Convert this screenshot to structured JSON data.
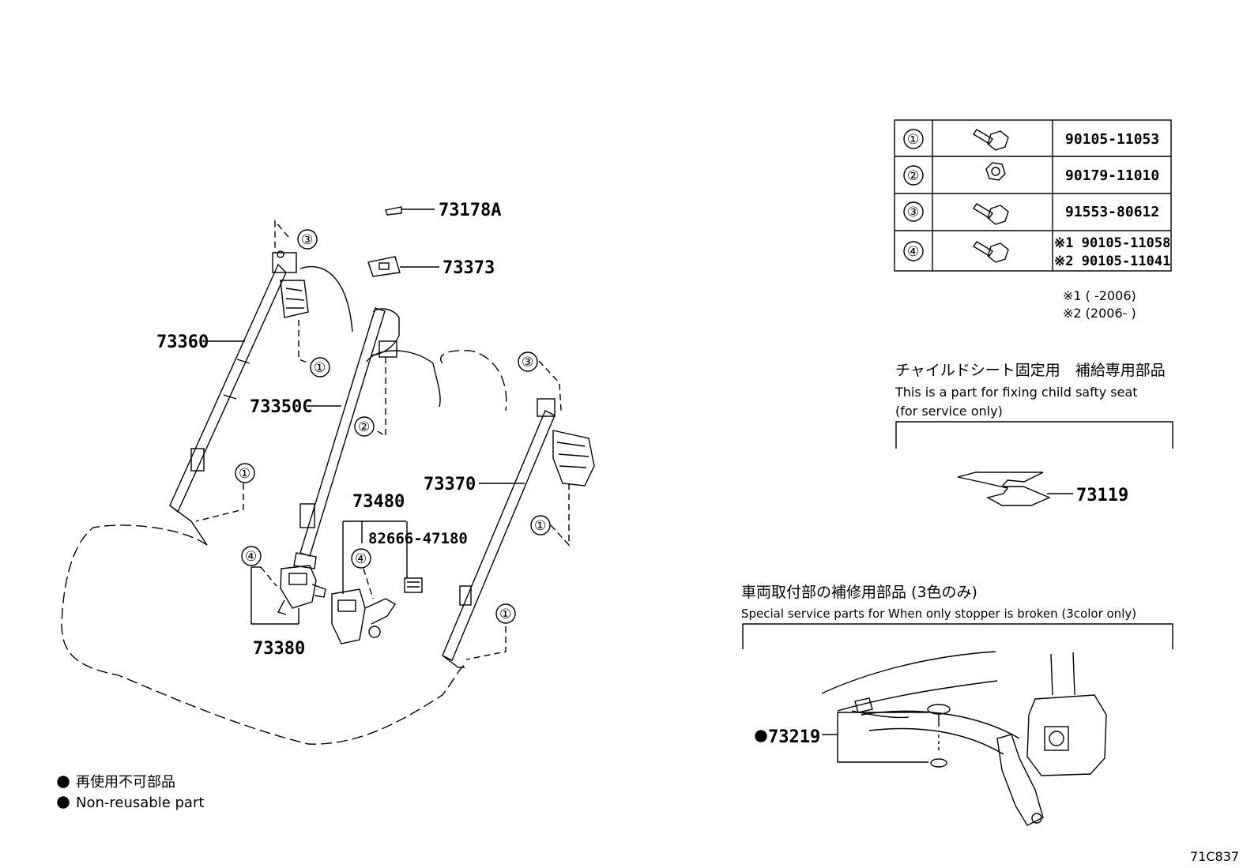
{
  "callouts": {
    "c73178A": "73178A",
    "c73373": "73373",
    "c73360": "73360",
    "c73350C": "73350C",
    "c73370": "73370",
    "c73480": "73480",
    "c82666": "82666-47180",
    "c73380": "73380",
    "c73119": "73119",
    "c73219": "73219"
  },
  "markers": {
    "m1": "①",
    "m2": "②",
    "m3": "③",
    "m4": "④"
  },
  "fastener_table": {
    "rows": [
      {
        "marker": "①",
        "part": "90105-11053",
        "icon": "bolt-icon"
      },
      {
        "marker": "②",
        "part": "90179-11010",
        "icon": "nut-icon"
      },
      {
        "marker": "③",
        "part": "91553-80612",
        "icon": "bolt-icon"
      },
      {
        "marker": "④",
        "part_a": "※1 90105-11058",
        "part_b": "※2 90105-11041",
        "icon": "bolt-icon"
      }
    ],
    "note_1": "※1 (      -2006)",
    "note_2": "※2 (2006-      )"
  },
  "child_seat": {
    "title_jp": "チャイルドシート固定用　補給専用部品",
    "title_en_1": "This is a part for fixing child safty seat",
    "title_en_2": "(for service only)"
  },
  "stopper": {
    "title_jp": "車両取付部の補修用部品 (3色のみ)",
    "title_en": "Special service parts for When only stopper is broken (3color only)"
  },
  "legend": {
    "jp": "再使用不可部品",
    "en": "Non-reusable part"
  },
  "diagram_code": "71C837"
}
